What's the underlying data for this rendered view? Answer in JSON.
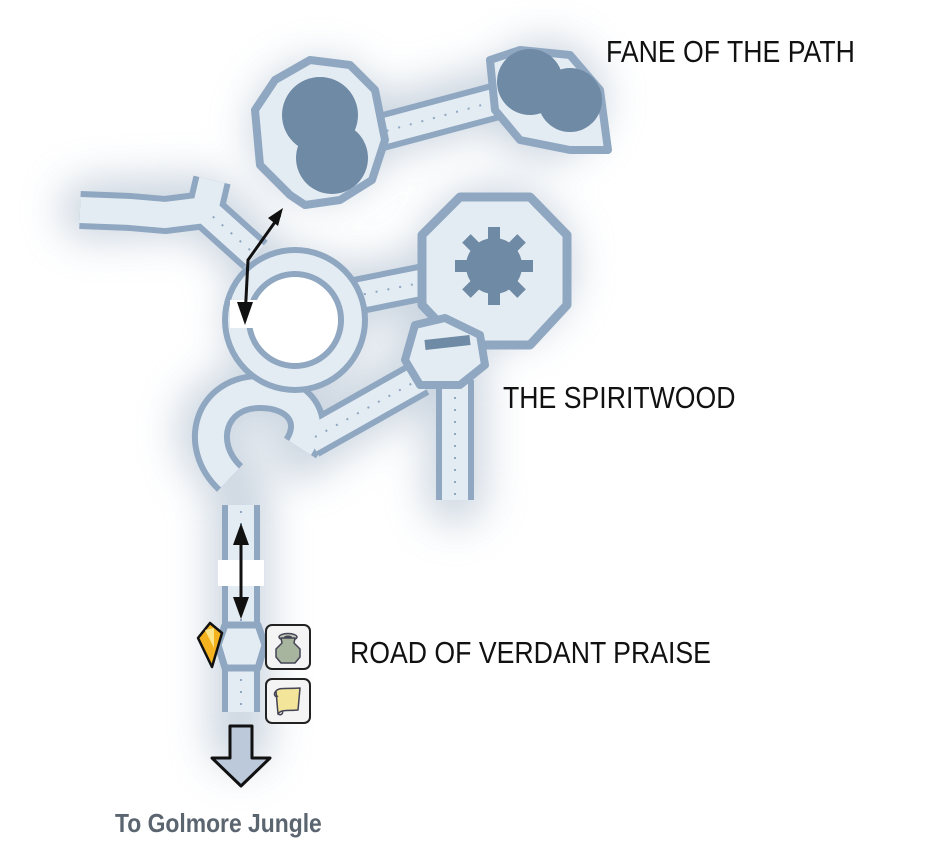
{
  "map": {
    "areas": [
      {
        "id": "fane",
        "label": "FANE OF THE PATH"
      },
      {
        "id": "spiritwood",
        "label": "THE SPIRITWOOD"
      },
      {
        "id": "road",
        "label": "ROAD OF VERDANT PRAISE"
      }
    ],
    "exit": {
      "label": "To Golmore Jungle"
    },
    "icons": [
      "save-crystal-icon",
      "urn-icon",
      "scroll-icon"
    ]
  },
  "colors": {
    "floor": "#e4ecf3",
    "wall": "#8fa7c1",
    "wall_dark": "#6f89a6",
    "pit": "#6f8aa5",
    "glow": "#c3cfdb",
    "exit_label": "#5b6570",
    "exit_arrow": "#bcc9db",
    "crystal": "#f4b21f"
  }
}
